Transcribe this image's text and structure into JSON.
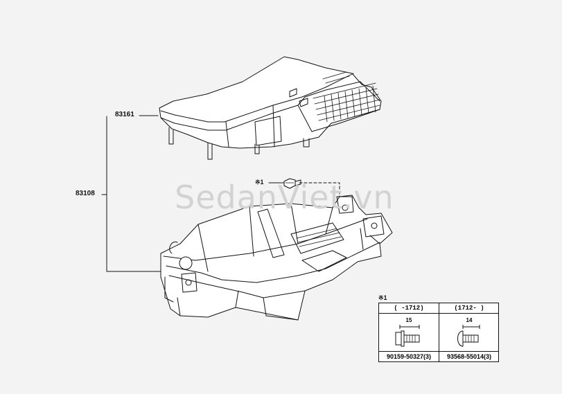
{
  "labels": {
    "cover": "83161",
    "assembly": "83108",
    "note_ref": "※1"
  },
  "watermark": "SedanViet.vn",
  "table": {
    "title": "※1",
    "columns": [
      {
        "range": "(   -1712)",
        "dimension": "15",
        "part_number": "90159-50327(3)"
      },
      {
        "range": "(1712-   )",
        "dimension": "14",
        "part_number": "93568-55014(3)"
      }
    ]
  }
}
